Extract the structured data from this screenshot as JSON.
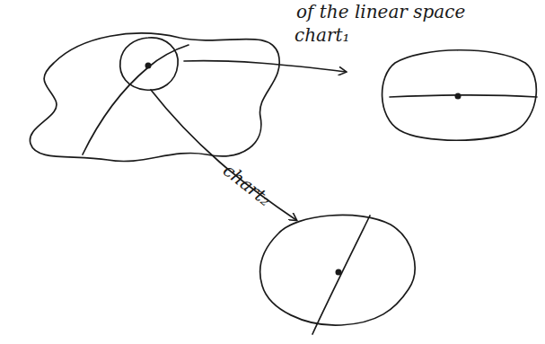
{
  "diagram": {
    "labels": [
      "of the linear space",
      "chart₁",
      "chart₂"
    ]
  }
}
